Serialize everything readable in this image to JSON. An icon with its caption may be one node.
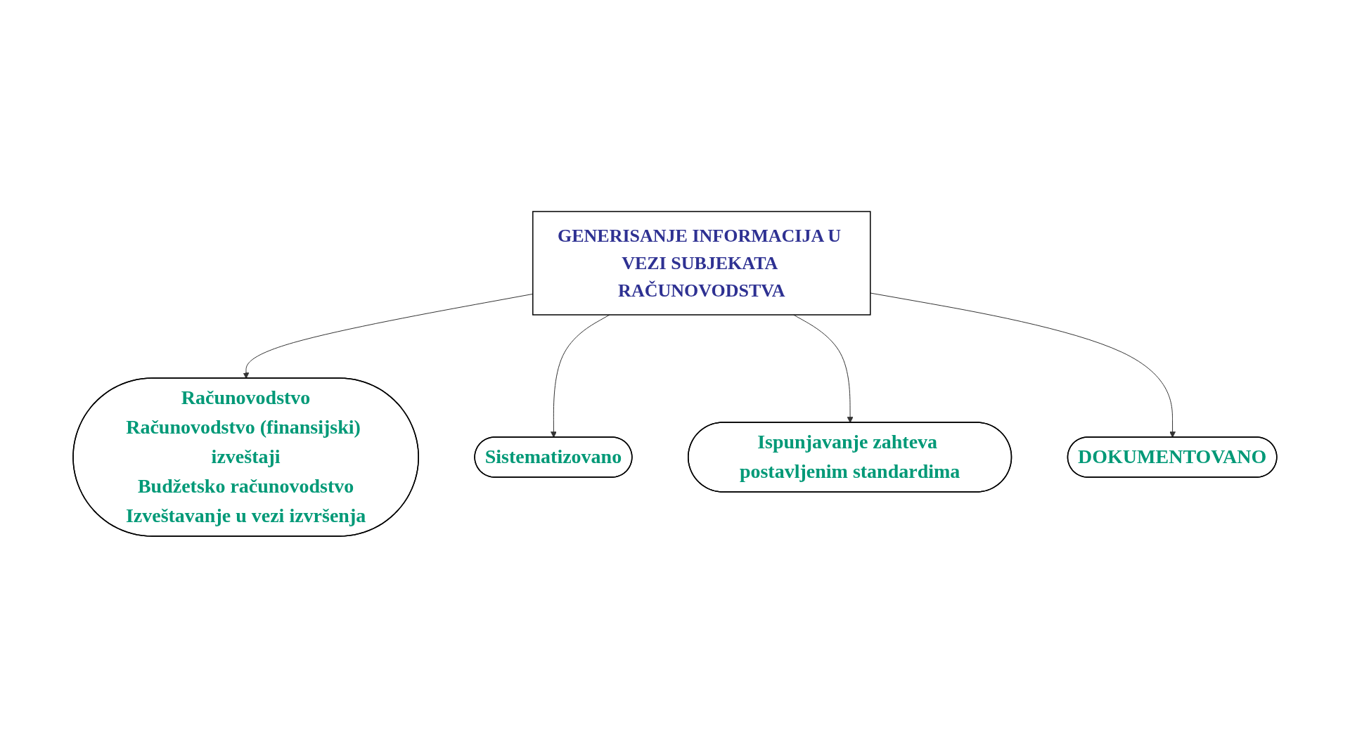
{
  "diagram": {
    "nodes": [
      {
        "text": [
          "Računovodstvo",
          "Računovodstvo (finansijski) izveštaji",
          "Budžetsko računovodstvo",
          "Izveštavanje u vezi izvršenja"
        ]
      },
      {
        "text": [
          "Sistematizovano"
        ]
      },
      {
        "text": [
          "GENERISANJE INFORMACIJA U VEZI SUBJEKATA RAČUNOVODSTVA"
        ]
      },
      {
        "text": [
          "Ispunjavanje zahteva postavljenim standardima"
        ]
      },
      {
        "text": [
          "DOKUMENTOVANO"
        ]
      }
    ],
    "edges": [
      {
        "from": 2,
        "to": 0,
        "arrow": "to"
      },
      {
        "from": 2,
        "to": 1,
        "arrow": "to"
      },
      {
        "from": 2,
        "to": 3,
        "arrow": "to"
      },
      {
        "from": 2,
        "to": 4,
        "arrow": "to"
      }
    ]
  }
}
